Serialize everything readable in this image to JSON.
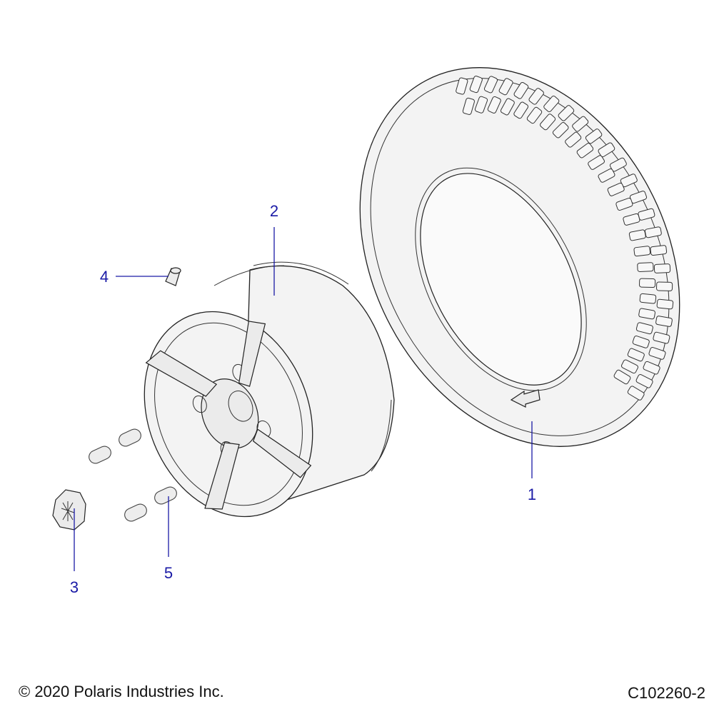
{
  "callouts": {
    "tire": "1",
    "wheel": "2",
    "center_cap": "3",
    "valve_stem": "4",
    "lug_nut": "5"
  },
  "footer": {
    "copyright": "© 2020 Polaris Industries Inc.",
    "drawing_number": "C102260-2"
  },
  "colors": {
    "callout": "#1a1aa6",
    "line": "#222222",
    "part_fill": "#f3f3f3"
  }
}
